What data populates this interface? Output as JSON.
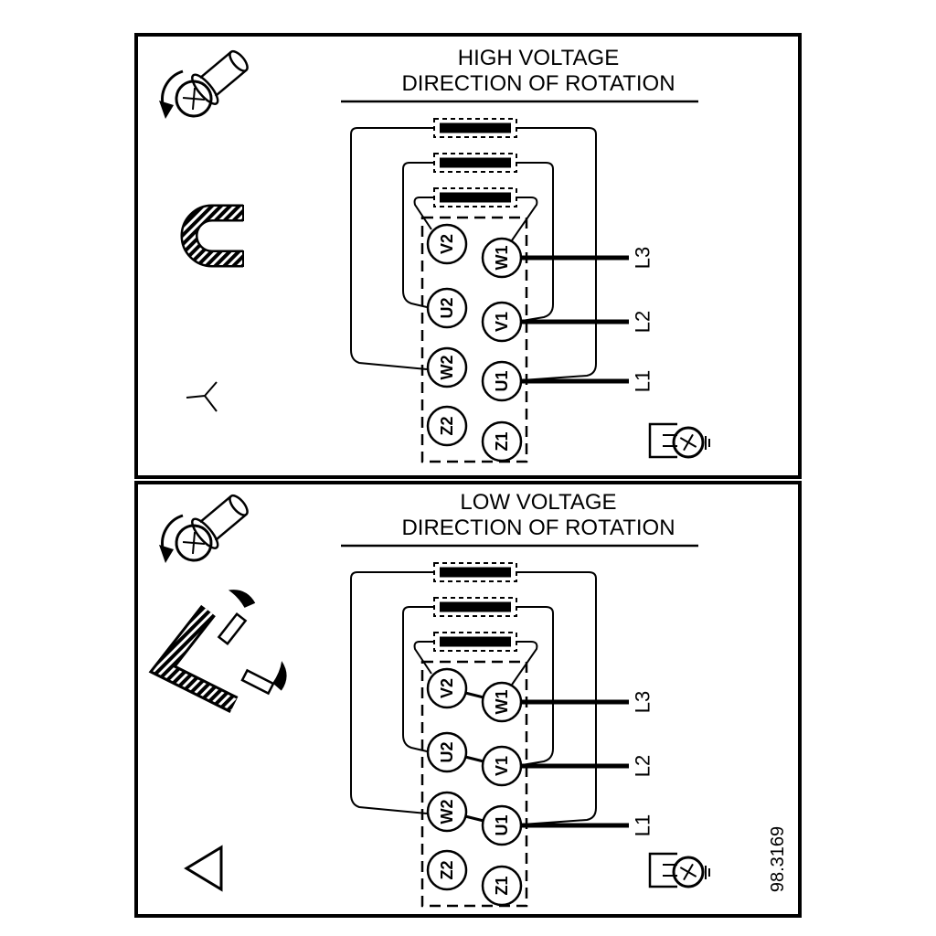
{
  "figure_number": "98.3169",
  "colors": {
    "ink": "#000000",
    "background": "#ffffff"
  },
  "icons": {
    "screw_rotation": "screw-with-rotation-arrow",
    "bridge_link": "terminal-bridge-link",
    "star_symbol": "star-connection",
    "delta_symbol": "delta-connection",
    "delta_links": "delta-link-arrangement",
    "terminal_screw": "terminal-screw-with-clamp"
  },
  "panels": [
    {
      "title_line1": "HIGH VOLTAGE",
      "title_line2": "DIRECTION OF ROTATION",
      "connection": "star",
      "terminals": {
        "left": [
          "V2",
          "U2",
          "W2",
          "Z2"
        ],
        "right": [
          "W1",
          "V1",
          "U1",
          "Z1"
        ]
      },
      "supply_lines": [
        "L3",
        "L2",
        "L1"
      ]
    },
    {
      "title_line1": "LOW VOLTAGE",
      "title_line2": "DIRECTION OF ROTATION",
      "connection": "delta",
      "terminals": {
        "left": [
          "V2",
          "U2",
          "W2",
          "Z2"
        ],
        "right": [
          "W1",
          "V1",
          "U1",
          "Z1"
        ]
      },
      "supply_lines": [
        "L3",
        "L2",
        "L1"
      ]
    }
  ]
}
